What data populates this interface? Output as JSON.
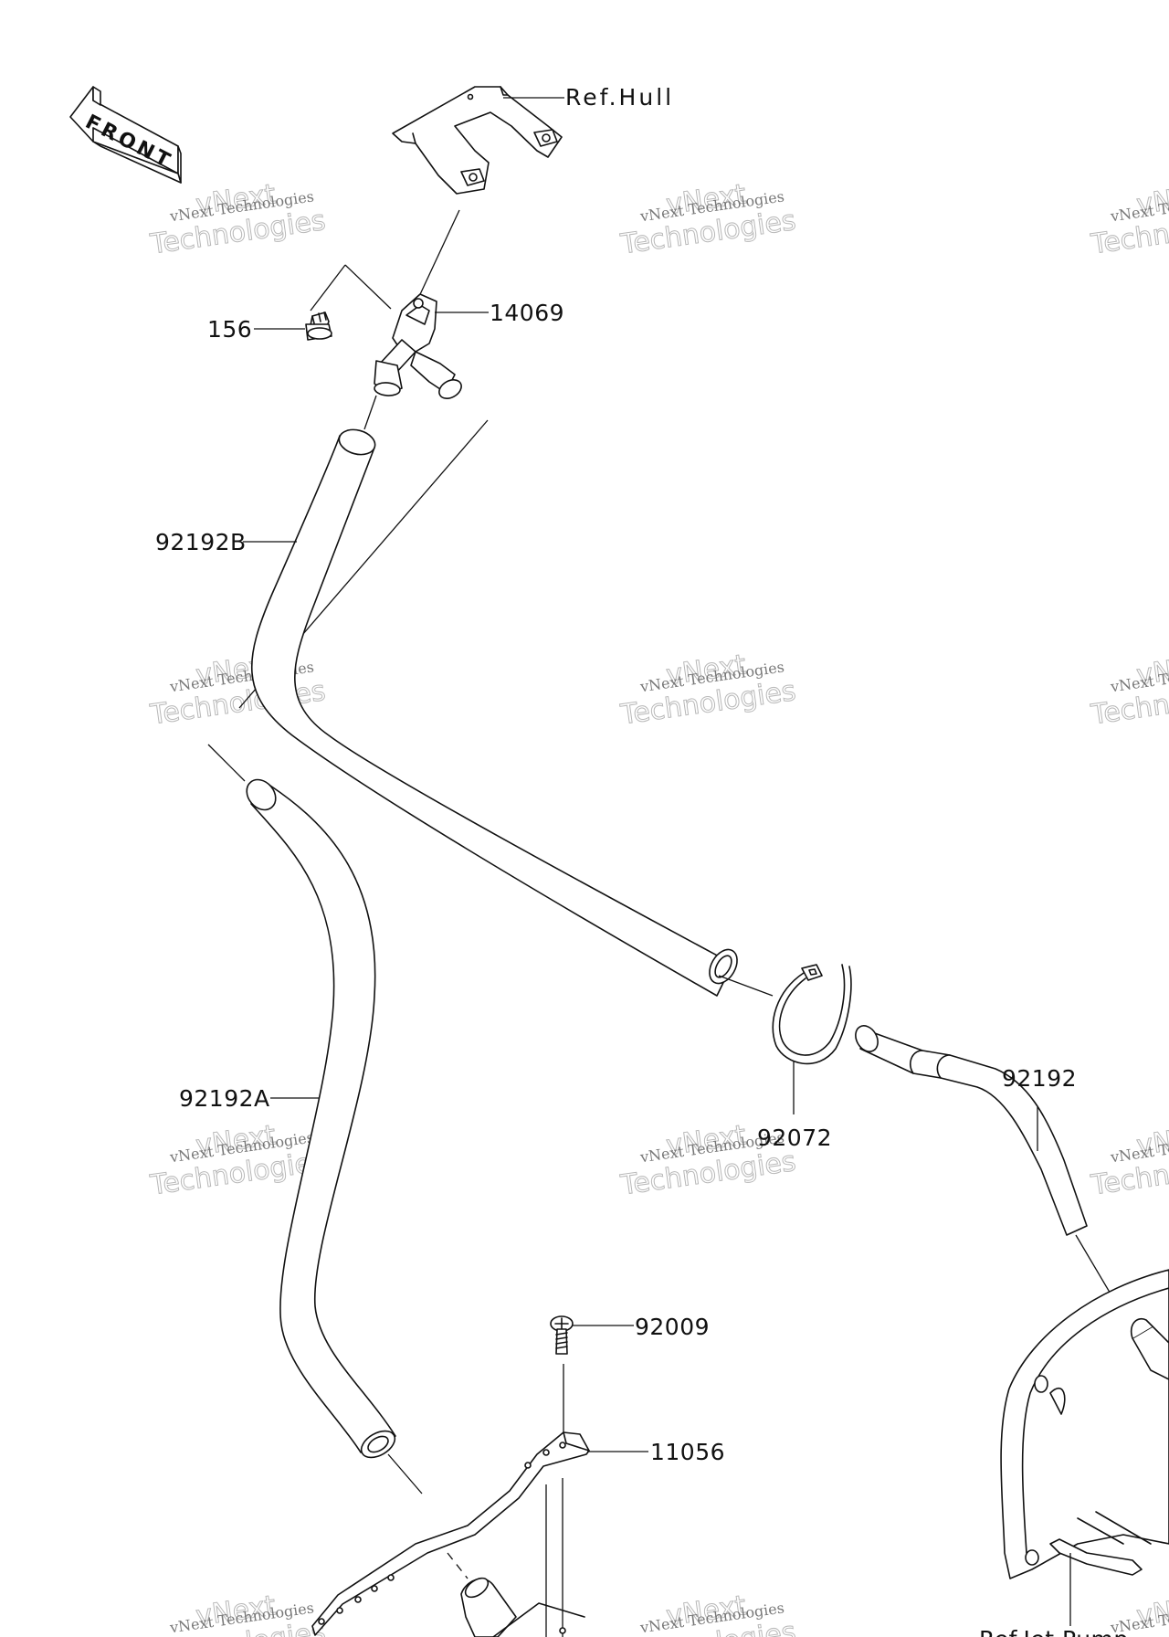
{
  "diagram": {
    "direction_badge": "FRONT",
    "watermark": {
      "line1": "vNext Technologies",
      "line2": "Technologies",
      "line3": "vNext"
    },
    "parts": {
      "ref_hull": "Ref.Hull",
      "p14069": "14069",
      "p156": "156",
      "p92192B": "92192B",
      "p92192A": "92192A",
      "p92072": "92072",
      "p92192": "92192",
      "p92009": "92009",
      "p11056": "11056",
      "ref_jet_pump": "Ref.Jet Pump"
    }
  }
}
